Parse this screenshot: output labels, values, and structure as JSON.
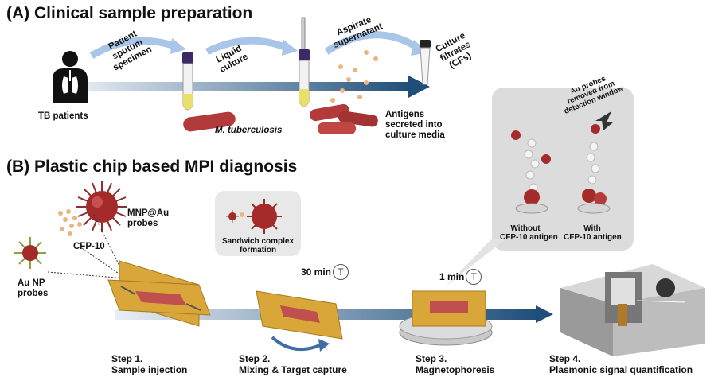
{
  "section_a": {
    "title": "(A) Clinical sample preparation",
    "tb_patients": "TB patients",
    "arrow_labels": [
      "Patient",
      "sputum",
      "specimen",
      "Liquid",
      "culture",
      "Aspirate",
      "supernatant",
      "Culture",
      "filtrates",
      "(CFs)"
    ],
    "bacteria_label": "M. tuberculosis",
    "antigens_label": [
      "Antigens",
      "secreted into",
      "culture media"
    ]
  },
  "section_b": {
    "title": "(B) Plastic chip based MPI diagnosis",
    "mnp_label": [
      "MNP@Au",
      "probes"
    ],
    "cfp_label": "CFP-10",
    "aunp_label": [
      "Au NP",
      "probes"
    ],
    "sandwich_label": [
      "Sandwich complex",
      "formation"
    ],
    "time_step2": "30 min",
    "time_step3": "1 min",
    "inset_removed": [
      "Au probes",
      "removed from",
      "detection window"
    ],
    "without_label": [
      "Without",
      "CFP-10 antigen"
    ],
    "with_label": [
      "With",
      "CFP-10 antigen"
    ],
    "steps": [
      {
        "num": "Step 1.",
        "name": "Sample injection"
      },
      {
        "num": "Step 2.",
        "name": "Mixing & Target capture"
      },
      {
        "num": "Step 3.",
        "name": "Magnetophoresis"
      },
      {
        "num": "Step 4.",
        "name": "Plasmonic signal quantification"
      }
    ]
  },
  "colors": {
    "arrow_blue": "#1f4e79",
    "arrow_light": "#a9c6e8",
    "chip_gold": "#d9a63a",
    "chamber_red": "#c0504d",
    "bacteria_red": "#b23a3a",
    "probe_red": "#a52a2a",
    "magnet_gray": "#c9c9c9"
  }
}
